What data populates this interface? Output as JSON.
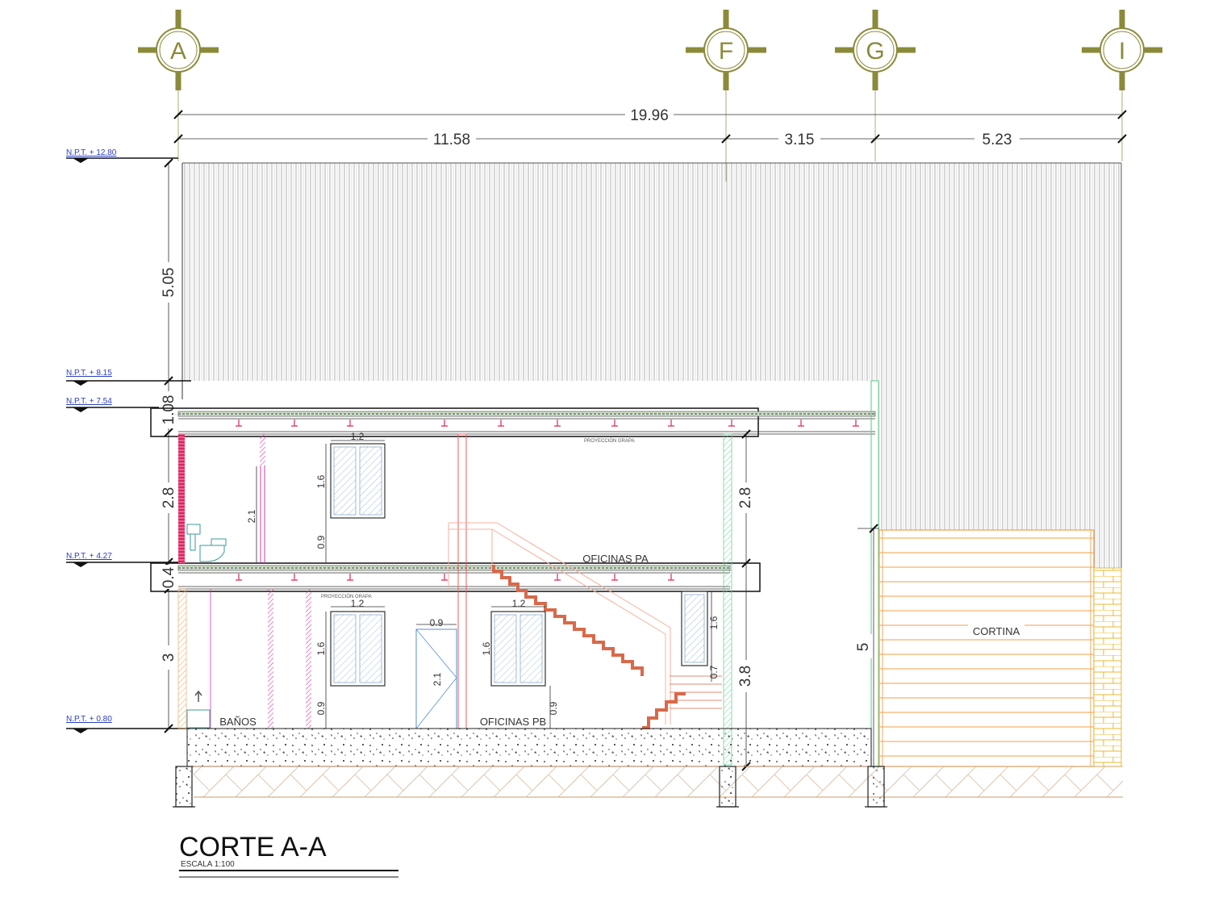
{
  "title": {
    "main": "CORTE A-A",
    "scale": "ESCALA 1:100"
  },
  "axes": [
    {
      "id": "A",
      "label": "A"
    },
    {
      "id": "F",
      "label": "F"
    },
    {
      "id": "G",
      "label": "G"
    },
    {
      "id": "I",
      "label": "I"
    }
  ],
  "dimensions": {
    "total": "19.96",
    "span_af": "11.58",
    "span_fg": "3.15",
    "span_gi": "5.23",
    "roof_height": "5.05",
    "slab_upper": "1.08",
    "floor_pa": "2.8",
    "floor_pa_right": "2.8",
    "slab_lower": "0.4",
    "floor_pb": "3",
    "floor_pb_right": "3.8",
    "cortina_height": "5",
    "win_pa_width": "1.2",
    "win_pa_height": "1.6",
    "win_pa_sill": "0.9",
    "door_pa_height": "2.1",
    "win_pb1_width": "1.2",
    "win_pb1_height": "1.6",
    "win_pb1_sill": "0.9",
    "door_pb_width": "0.9",
    "door_pb_height": "2.1",
    "win_pb2_width": "1.2",
    "win_pb2_height": "1.6",
    "win_pb2_sill": "0.9",
    "win_pb3_height": "1.6",
    "win_pb3_sill": "0.7"
  },
  "levels": [
    {
      "label": "N.P.T. + 12.80"
    },
    {
      "label": "N.P.T. + 8.15"
    },
    {
      "label": "N.P.T. + 7.54"
    },
    {
      "label": "N.P.T. + 4.27"
    },
    {
      "label": "N.P.T. + 0.80"
    }
  ],
  "rooms": {
    "oficinas_pa": "OFICINAS PA",
    "oficinas_pb": "OFICINAS PB",
    "banos": "BAÑOS",
    "cortina": "CORTINA",
    "proyeccion_upper": "PROYECCIÓN GRAPA",
    "proyeccion_lower": "PROYECCIÓN GRAPA"
  },
  "colors": {
    "axis": "#8a8a3a",
    "dimension": "#333333",
    "level": "#2b3fbf",
    "cortina": "#f2a04a",
    "brick": "#e8b830",
    "stair": "#d9694a",
    "column_red": "#e0245e",
    "column_magenta": "#d63aa8",
    "column_green": "#6fd39a"
  }
}
